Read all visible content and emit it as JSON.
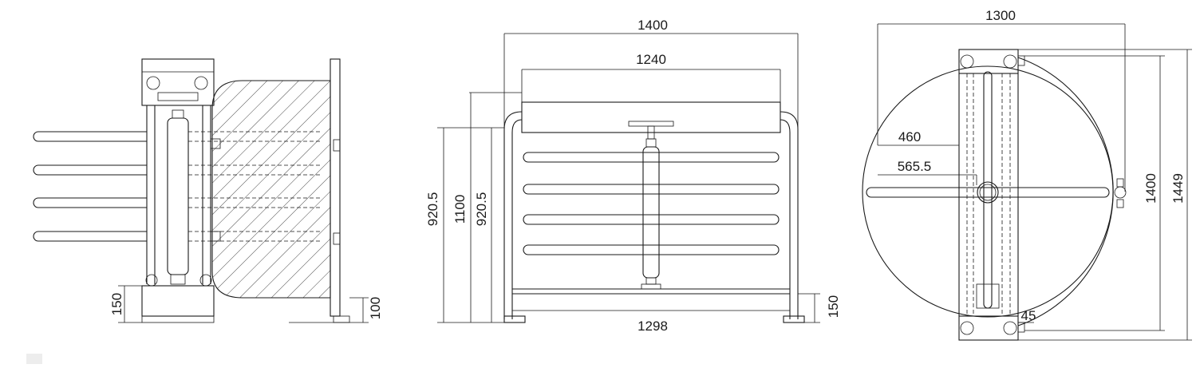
{
  "views": {
    "side": {
      "dim_base_height": "150",
      "dim_gate_base": "100"
    },
    "front": {
      "dim_overall_width": "1400",
      "dim_top_width": "1240",
      "dim_bottom_width": "1298",
      "dim_height_left": "920.5",
      "dim_height_total": "1100",
      "dim_height_inner": "920.5",
      "dim_foot_height": "150"
    },
    "top": {
      "dim_overall_width": "1300",
      "dim_radius_a": "460",
      "dim_radius_b": "565.5",
      "dim_depth": "1400",
      "dim_depth_total": "1449",
      "dim_small": "45"
    }
  },
  "colors": {
    "line": "#1a1a1a",
    "background": "#ffffff"
  }
}
